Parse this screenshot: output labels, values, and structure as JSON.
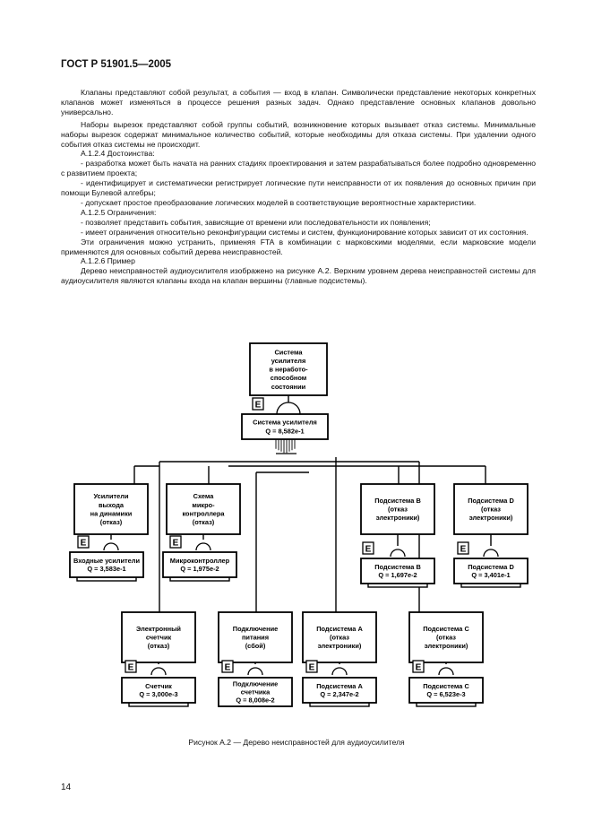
{
  "header": {
    "title": "ГОСТ Р 51901.5—2005"
  },
  "paragraphs": [
    "Клапаны представляют собой результат, а события — вход в клапан. Символически представление некоторых конкретных клапанов может изменяться в процессе решения разных задач. Однако представление основных клапанов довольно универсально.",
    "Наборы вырезок представляют собой группы событий, возникновение которых вызывает отказ системы. Минимальные наборы вырезок содержат минимальное количество событий, которые необходимы для отказа системы. При удалении одного события отказ системы не происходит.",
    "А.1.2.4 Достоинства:",
    "- разработка может быть начата на ранних стадиях проектирования и затем разрабатываться более подробно одновременно с развитием проекта;",
    "- идентифицирует и систематически регистрирует логические пути неисправности от их появления до основных причин при помощи Булевой алгебры;",
    "- допускает простое преобразование логических моделей в соответствующие вероятностные характеристики.",
    "А.1.2.5 Ограничения:",
    "- позволяет представить события, зависящие от времени или последовательности их появления;",
    "- имеет ограничения относительно реконфигурации системы и систем, функционирование которых зависит от их состояния.",
    "Эти ограничения можно устранить, применяя FTA в комбинации с марковскими моделями, если марковские модели применяются для основных событий дерева неисправностей.",
    "А.1.2.6 Пример",
    "Дерево неисправностей аудиоусилителя изображено на рисунке А.2. Верхним уровнем дерева неисправностей системы для аудиоусилителя являются клапаны входа на клапан вершины (главные подсистемы)."
  ],
  "figure": {
    "top": {
      "event_lines": [
        "Система",
        "усилителя",
        "в неработо-",
        "способном",
        "состоянии"
      ],
      "gate_lines": [
        "Система усилителя",
        "Q = 8,582е-1"
      ],
      "gate_type": "E"
    },
    "nodes": [
      {
        "event_lines": [
          "Усилители",
          "выхода",
          "на динамики",
          "(отказ)"
        ],
        "gate_type": "E",
        "result_lines": [
          "Входные усилители",
          "Q = 3,583е-1"
        ]
      },
      {
        "event_lines": [
          "Схема",
          "микро-",
          "контроллера",
          "(отказ)"
        ],
        "gate_type": "E",
        "result_lines": [
          "Микроконтроллер",
          "Q = 1,975е-2"
        ]
      },
      {
        "event_lines": [
          "Подсистема B",
          "(отказ",
          "электроники)"
        ],
        "gate_type": "E",
        "result_lines": [
          "Подсистема B",
          "Q = 1,697е-2"
        ]
      },
      {
        "event_lines": [
          "Подсистема D",
          "(отказ",
          "электроники)"
        ],
        "gate_type": "E",
        "result_lines": [
          "Подсистема D",
          "Q = 3,401е-1"
        ]
      },
      {
        "event_lines": [
          "Электронный",
          "счетчик",
          "(отказ)"
        ],
        "gate_type": "E",
        "result_lines": [
          "Счетчик",
          "Q = 3,000е-3"
        ]
      },
      {
        "event_lines": [
          "Подключение",
          "питания",
          "(сбой)"
        ],
        "gate_type": "E",
        "result_lines": [
          "Подключение",
          "счетчика",
          "Q = 8,008е-2"
        ]
      },
      {
        "event_lines": [
          "Подсистема A",
          "(отказ",
          "электроники)"
        ],
        "gate_type": "E",
        "result_lines": [
          "Подсистема A",
          "Q = 2,347е-2"
        ]
      },
      {
        "event_lines": [
          "Подсистема C",
          "(отказ",
          "электроники)"
        ],
        "gate_type": "E",
        "result_lines": [
          "Подсистема C",
          "Q = 6,523е-3"
        ]
      }
    ],
    "caption": "Рисунок А.2 — Дерево неисправностей для аудиоусилителя"
  },
  "page_number": "14"
}
